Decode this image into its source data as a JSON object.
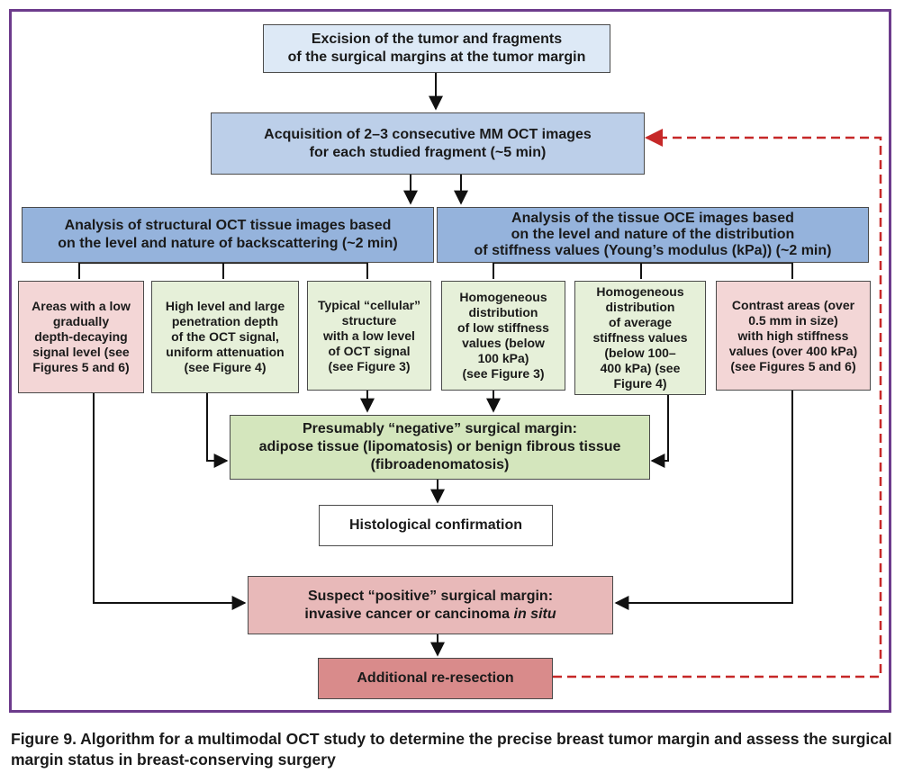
{
  "colors": {
    "frame": "#6d3b8c",
    "box_top": "#dde9f6",
    "box_blue": "#bccfe9",
    "box_analysis": "#95b3dc",
    "box_pink": "#f3d6d6",
    "box_green": "#e6f0d9",
    "box_negative": "#d4e6bd",
    "box_positive": "#e8b9b9",
    "box_reresection": "#d98b8b",
    "dashed_arrow": "#c62828"
  },
  "nodes": {
    "excision": "Excision of the tumor and fragments\nof the surgical margins at the tumor margin",
    "acquisition": "Acquisition of 2–3 consecutive MM OCT images\nfor each studied fragment (~5 min)",
    "analysis_oct": "Analysis of structural OCT tissue images based\non the level and nature of backscattering (~2 min)",
    "analysis_oce": "Analysis of the tissue OCE images based\non the level and nature of the distribution\nof stiffness values (Young’s modulus (kPa)) (~2 min)",
    "finding_low_signal": "Areas with a low\ngradually\ndepth-decaying\nsignal level (see\nFigures 5 and 6)",
    "finding_high_level": "High level and large\npenetration depth\nof the OCT signal,\nuniform attenuation\n(see Figure 4)",
    "finding_cellular": "Typical “cellular”\nstructure\nwith a low level\nof OCT signal\n(see Figure 3)",
    "finding_low_stiffness": "Homogeneous\ndistribution\nof low stiffness\nvalues (below\n100 kPa)\n(see Figure 3)",
    "finding_avg_stiffness": "Homogeneous\ndistribution\nof average\nstiffness values\n(below 100–\n400 kPa) (see\nFigure 4)",
    "finding_high_stiffness": "Contrast areas (over\n0.5 mm in size)\nwith high stiffness\nvalues (over 400 kPa)\n(see Figures 5 and 6)",
    "negative_margin": "Presumably “negative” surgical margin:\nadipose tissue (lipomatosis) or benign fibrous tissue\n(fibroadenomatosis)",
    "histology": "Histological confirmation",
    "positive_margin_line1": "Suspect “positive” surgical margin:",
    "positive_margin_line2": "invasive cancer or cancinoma ",
    "positive_margin_italic": "in situ",
    "reresection": "Additional re-resection"
  },
  "caption": "Figure 9. Algorithm for a multimodal OCT study to determine the precise breast tumor margin and assess the surgical margin status in breast-conserving surgery"
}
